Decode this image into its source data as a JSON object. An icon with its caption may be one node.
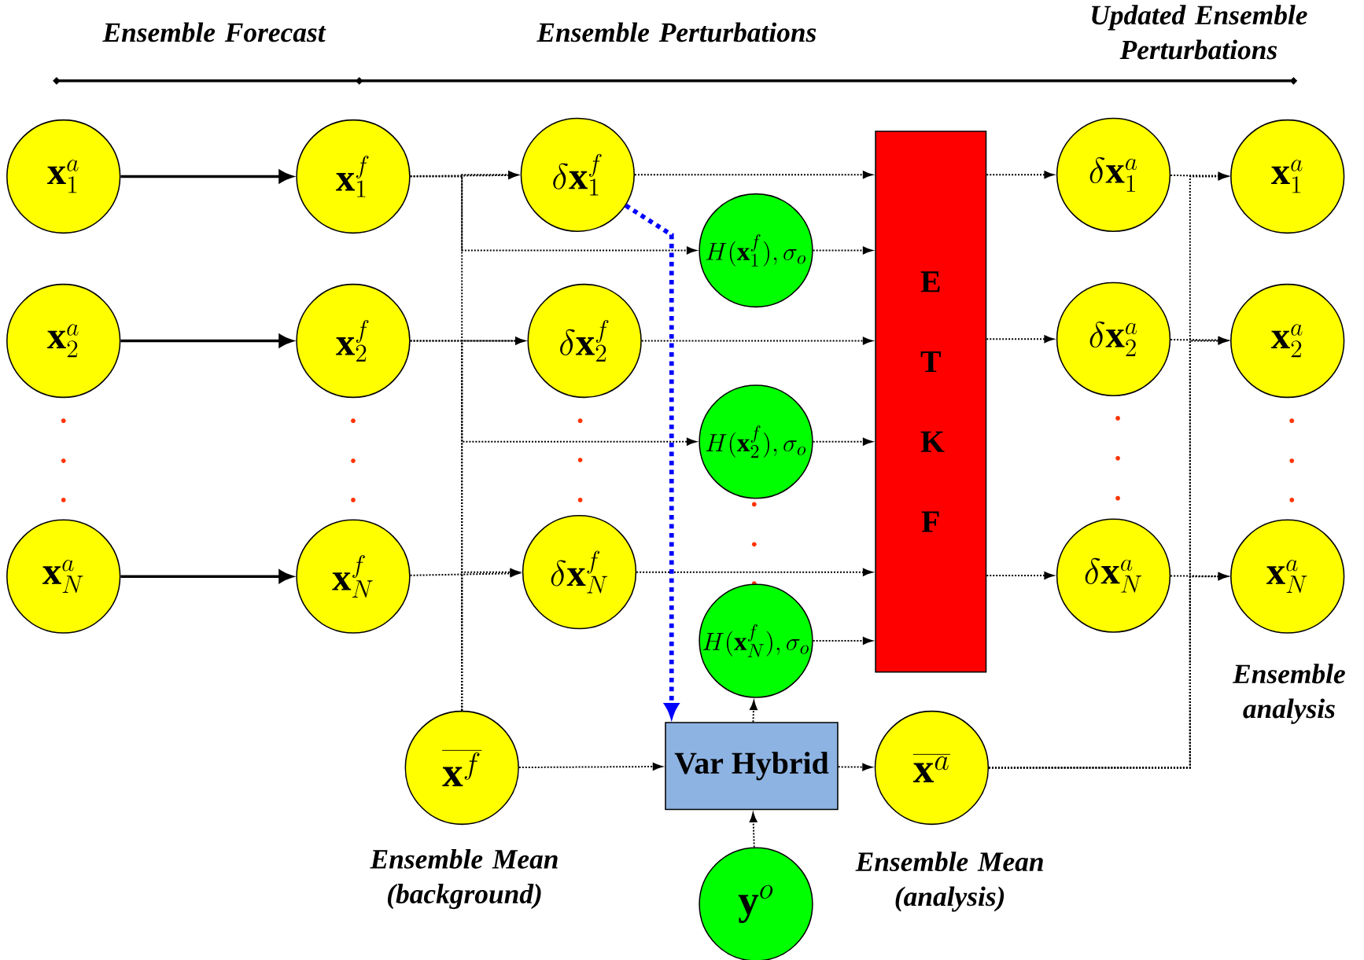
{
  "diagram": {
    "nodes": [
      {
        "text": [
          "\\mathbf{x}_1^a"
        ]
      },
      {
        "text": [
          "\\mathbf{x}_2^a"
        ]
      },
      {
        "text": [
          "\\mathbf{x}_N^a"
        ]
      },
      {
        "text": [
          "\\mathbf{x}_1^f"
        ]
      },
      {
        "text": [
          "\\mathbf{x}_2^f"
        ]
      },
      {
        "text": [
          "\\mathbf{x}_N^f"
        ]
      },
      {
        "text": [
          "\\delta\\mathbf{x}_1^f"
        ]
      },
      {
        "text": [
          "\\delta\\mathbf{x}_2^f"
        ]
      },
      {
        "text": [
          "\\delta\\mathbf{x}_N^f"
        ]
      },
      {
        "text": [
          "H(\\mathbf{x}_1^f),\\sigma_o"
        ]
      },
      {
        "text": [
          "H(\\mathbf{x}_2^f),\\sigma_o"
        ]
      },
      {
        "text": [
          "H(\\mathbf{x}_N^f),\\sigma_o"
        ]
      },
      {
        "text": [
          "E T K F"
        ]
      },
      {
        "text": [
          "\\delta\\mathbf{x}_1^a"
        ]
      },
      {
        "text": [
          "\\delta\\mathbf{x}_2^a"
        ]
      },
      {
        "text": [
          "\\delta\\mathbf{x}_N^a"
        ]
      },
      {
        "text": [
          "\\mathbf{x}_1^a"
        ]
      },
      {
        "text": [
          "\\mathbf{x}_2^a"
        ]
      },
      {
        "text": [
          "\\mathbf{x}_N^a"
        ]
      },
      {
        "text": [
          "\\overline{\\mathbf{x}^f}"
        ],
        "beside": [
          "Ensemble Mean (background)"
        ]
      },
      {
        "text": [
          "Var Hybrid"
        ]
      },
      {
        "text": [
          "\\overline{\\mathbf{x}^a}"
        ],
        "beside": [
          "Ensemble Mean (analysis)"
        ]
      },
      {
        "text": [
          "\\mathbf{y}^o"
        ]
      }
    ],
    "edges": [
      {
        "from": 0,
        "to": 3,
        "arrow": "to"
      },
      {
        "from": 1,
        "to": 4,
        "arrow": "to"
      },
      {
        "from": 2,
        "to": 5,
        "arrow": "to"
      },
      {
        "from": 3,
        "to": 6,
        "arrow": "to",
        "style": "dashed"
      },
      {
        "from": 4,
        "to": 7,
        "arrow": "to",
        "style": "dashed"
      },
      {
        "from": 5,
        "to": 8,
        "arrow": "to",
        "style": "dashed"
      },
      {
        "from": 19,
        "to": 6,
        "arrow": "to",
        "style": "dashed"
      },
      {
        "from": 19,
        "to": 7,
        "arrow": "to",
        "style": "dashed"
      },
      {
        "from": 19,
        "to": 8,
        "arrow": "to",
        "style": "dashed"
      },
      {
        "from": 3,
        "to": 9,
        "arrow": "to",
        "style": "dashed"
      },
      {
        "from": 4,
        "to": 10,
        "arrow": "to",
        "style": "dashed"
      },
      {
        "from": 6,
        "to": 12,
        "arrow": "to",
        "style": "dashed"
      },
      {
        "from": 9,
        "to": 12,
        "arrow": "to",
        "style": "dashed"
      },
      {
        "from": 7,
        "to": 12,
        "arrow": "to",
        "style": "dashed"
      },
      {
        "from": 10,
        "to": 12,
        "arrow": "to",
        "style": "dashed"
      },
      {
        "from": 8,
        "to": 12,
        "arrow": "to",
        "style": "dashed"
      },
      {
        "from": 11,
        "to": 12,
        "arrow": "to",
        "style": "dashed"
      },
      {
        "from": 12,
        "to": 13,
        "arrow": "to",
        "style": "dashed"
      },
      {
        "from": 12,
        "to": 14,
        "arrow": "to",
        "style": "dashed"
      },
      {
        "from": 12,
        "to": 15,
        "arrow": "to",
        "style": "dashed"
      },
      {
        "from": 13,
        "to": 16,
        "arrow": "to",
        "style": "dashed"
      },
      {
        "from": 14,
        "to": 17,
        "arrow": "to",
        "style": "dashed"
      },
      {
        "from": 15,
        "to": 18,
        "arrow": "to",
        "style": "dashed"
      },
      {
        "from": 21,
        "to": 16,
        "arrow": "to",
        "style": "dashed"
      },
      {
        "from": 21,
        "to": 17,
        "arrow": "to",
        "style": "dashed"
      },
      {
        "from": 21,
        "to": 18,
        "arrow": "to",
        "style": "dashed"
      },
      {
        "from": 19,
        "to": 20,
        "arrow": "to",
        "style": "dashed"
      },
      {
        "from": 20,
        "to": 21,
        "arrow": "to",
        "style": "dashed"
      },
      {
        "from": 20,
        "to": 11,
        "arrow": "to",
        "style": "dashed"
      },
      {
        "from": 22,
        "to": 20,
        "arrow": "to",
        "style": "dashed"
      },
      {
        "from": 6,
        "to": 20,
        "arrow": "to",
        "style": "dashed",
        "color": "#0000ff"
      }
    ],
    "labels": [
      "Ensemble Forecast",
      "Ensemble Perturbations",
      "Updated Ensemble Perturbations",
      "Ensemble analysis"
    ]
  }
}
